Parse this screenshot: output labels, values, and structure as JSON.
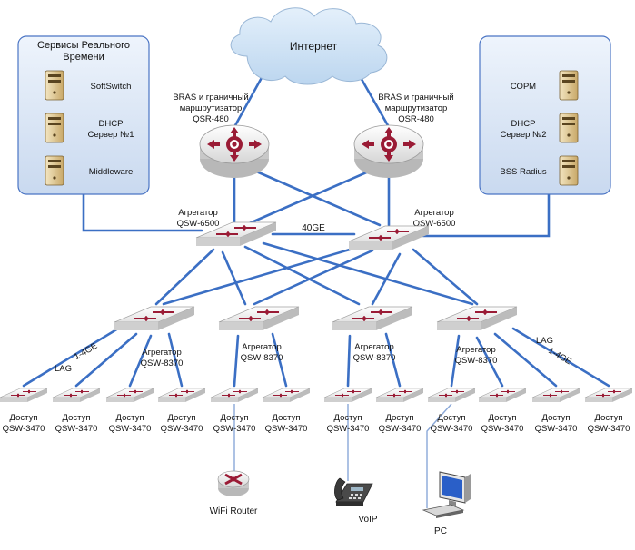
{
  "colors": {
    "link": "#3b6fc4",
    "thin_link": "#8aa8d8",
    "panel_border": "#4a74c4",
    "device_red": "#9a1b35",
    "device_body": "#f1f1f1",
    "cloud": "#cfe3f5"
  },
  "internet": {
    "label": "Интернет"
  },
  "left_panel": {
    "title_line1": "Сервисы Реального",
    "title_line2": "Времени",
    "servers": [
      {
        "label_line1": "SoftSwitch",
        "label_line2": ""
      },
      {
        "label_line1": "DHCP",
        "label_line2": "Сервер №1"
      },
      {
        "label_line1": "Middleware",
        "label_line2": ""
      }
    ]
  },
  "right_panel": {
    "servers": [
      {
        "label_line1": "СОРМ",
        "label_line2": ""
      },
      {
        "label_line1": "DHCP",
        "label_line2": "Сервер №2"
      },
      {
        "label_line1": "BSS Radius",
        "label_line2": ""
      }
    ]
  },
  "routers": [
    {
      "label_line1": "BRAS и граничный",
      "label_line2": "маршрутизатор",
      "label_line3": "QSR-480"
    },
    {
      "label_line1": "BRAS и граничный",
      "label_line2": "маршрутизатор",
      "label_line3": "QSR-480"
    }
  ],
  "core": [
    {
      "label_line1": "Агрегатор",
      "label_line2": "QSW-6500"
    },
    {
      "label_line1": "Агрегатор",
      "label_line2": "QSW-6500"
    }
  ],
  "core_link_label": "40GE",
  "aggregators": [
    {
      "label_line1": "Агрегатор",
      "label_line2": "QSW-8370"
    },
    {
      "label_line1": "Агрегатор",
      "label_line2": "QSW-8370"
    },
    {
      "label_line1": "Агрегатор",
      "label_line2": "QSW-8370"
    },
    {
      "label_line1": "Агрегатор",
      "label_line2": "QSW-8370"
    }
  ],
  "link_labels": {
    "left_speed": "1-4GE",
    "left_lag": "LAG",
    "right_speed": "1-4GE",
    "right_lag": "LAG"
  },
  "access": [
    {
      "label_line1": "Доступ",
      "label_line2": "QSW-3470"
    },
    {
      "label_line1": "Доступ",
      "label_line2": "QSW-3470"
    },
    {
      "label_line1": "Доступ",
      "label_line2": "QSW-3470"
    },
    {
      "label_line1": "Доступ",
      "label_line2": "QSW-3470"
    },
    {
      "label_line1": "Доступ",
      "label_line2": "QSW-3470"
    },
    {
      "label_line1": "Доступ",
      "label_line2": "QSW-3470"
    },
    {
      "label_line1": "Доступ",
      "label_line2": "QSW-3470"
    },
    {
      "label_line1": "Доступ",
      "label_line2": "QSW-3470"
    },
    {
      "label_line1": "Доступ",
      "label_line2": "QSW-3470"
    },
    {
      "label_line1": "Доступ",
      "label_line2": "QSW-3470"
    },
    {
      "label_line1": "Доступ",
      "label_line2": "QSW-3470"
    },
    {
      "label_line1": "Доступ",
      "label_line2": "QSW-3470"
    }
  ],
  "endpoints": [
    {
      "label": "WiFi Router",
      "icon": "wifi-router-icon"
    },
    {
      "label": "VoIP",
      "icon": "ip-phone-icon"
    },
    {
      "label": "PC",
      "icon": "pc-icon"
    }
  ]
}
